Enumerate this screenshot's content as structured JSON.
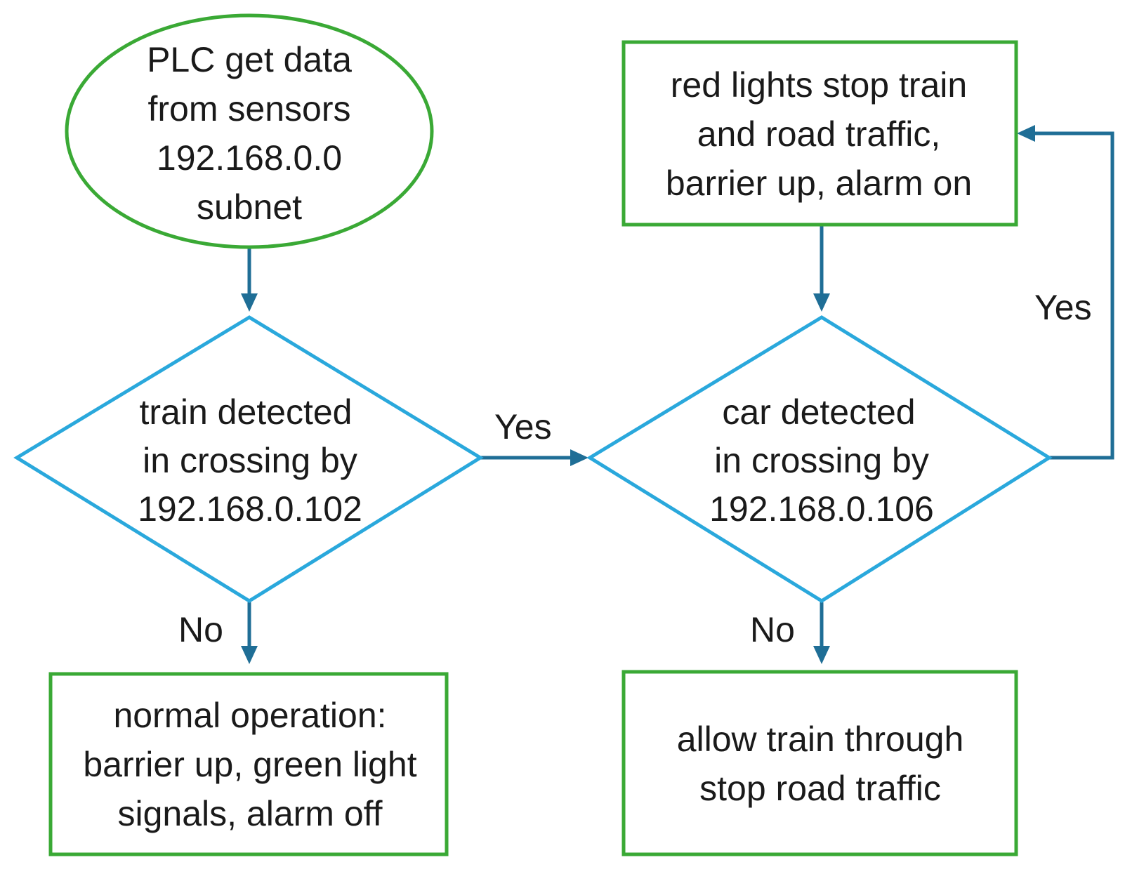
{
  "colors": {
    "terminal_stroke": "#3aa935",
    "process_stroke": "#3aa935",
    "decision_stroke": "#2aa8dc",
    "connector": "#1f6e96",
    "text": "#1a1a1a"
  },
  "nodes": {
    "start": {
      "lines": [
        "PLC get data",
        "from sensors",
        "192.168.0.0",
        "subnet"
      ]
    },
    "train_decision": {
      "lines": [
        "train detected",
        "in crossing by",
        "192.168.0.102"
      ]
    },
    "car_decision": {
      "lines": [
        "car detected",
        "in crossing by",
        "192.168.0.106"
      ]
    },
    "red_lights": {
      "lines": [
        "red lights stop train",
        "and road traffic,",
        "barrier up, alarm on"
      ]
    },
    "normal_operation": {
      "lines": [
        "normal operation:",
        "barrier up, green light",
        "signals, alarm off"
      ]
    },
    "allow_train": {
      "lines": [
        "allow train through",
        "stop road traffic"
      ]
    }
  },
  "edges": {
    "train_yes": "Yes",
    "train_no": "No",
    "car_yes": "Yes",
    "car_no": "No"
  }
}
